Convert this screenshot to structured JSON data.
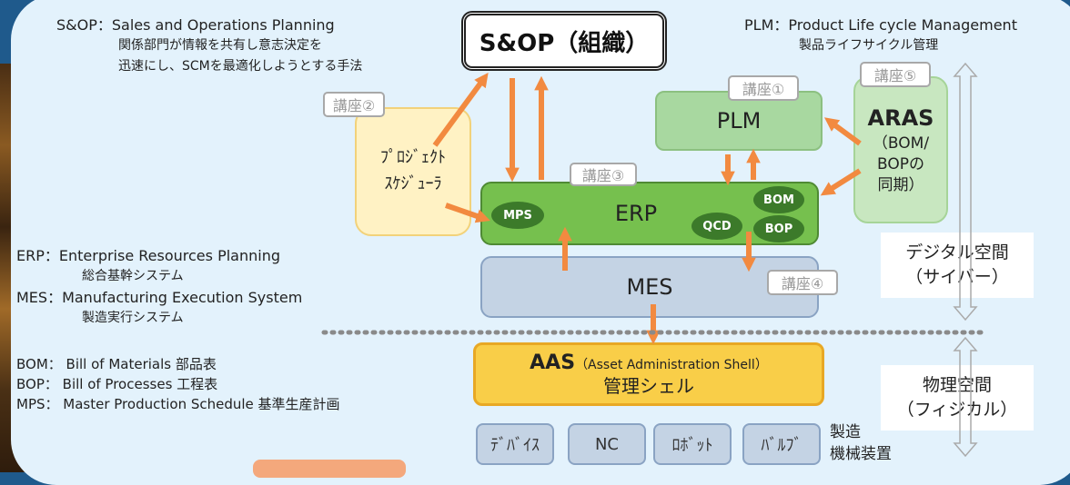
{
  "abbreviations": {
    "sop": {
      "term": "S&OP：Sales and Operations Planning",
      "desc1": "関係部門が情報を共有し意志決定を",
      "desc2": "迅速にし、SCMを最適化しようとする手法"
    },
    "plm": {
      "term": "PLM：Product Life cycle Management",
      "desc": "製品ライフサイクル管理"
    },
    "erp": {
      "term": "ERP：Enterprise Resources Planning",
      "desc": "総合基幹システム"
    },
    "mes": {
      "term": "MES：Manufacturing Execution System",
      "desc": "製造実行システム"
    },
    "bom": "BOM： Bill of Materials  部品表",
    "bop": "BOP： Bill of Processes  工程表",
    "mps": "MPS： Master Production Schedule  基準生産計画"
  },
  "nodes": {
    "sop": "S&OP（組織）",
    "scheduler_line1": "ﾌﾟﾛｼﾞｪｸﾄ",
    "scheduler_line2": "ｽｹｼﾞｭｰﾗ",
    "plm": "PLM",
    "aras_title": "ARAS",
    "aras_line1": "（BOM/",
    "aras_line2": "BOPの",
    "aras_line3": "同期）",
    "erp": "ERP",
    "mps": "MPS",
    "qcd": "QCD",
    "bom": "BOM",
    "bop": "BOP",
    "mes": "MES",
    "aas_title": "AAS",
    "aas_full": "（Asset Administration Shell）",
    "aas_sub": "管理シェル"
  },
  "courses": {
    "c1": "講座①",
    "c2": "講座②",
    "c3": "講座③",
    "c4": "講座④",
    "c5": "講座⑤"
  },
  "devices": [
    "ﾃﾞﾊﾞｲｽ",
    "NC",
    "ﾛﾎﾞｯﾄ",
    "ﾊﾞﾙﾌﾞ"
  ],
  "devices_label_line1": "製造",
  "devices_label_line2": "機械装置",
  "spaces": {
    "digital_line1": "デジタル空間",
    "digital_line2": "（サイバー）",
    "physical_line1": "物理空間",
    "physical_line2": "（フィジカル）"
  },
  "colors": {
    "arrow": "#f28a40",
    "erp_fill": "#76c04e",
    "plm_fill": "#a8d8a0",
    "mes_fill": "#c4d3e4",
    "aas_fill": "#f9ce48",
    "scheduler_fill": "#fff2c4"
  }
}
